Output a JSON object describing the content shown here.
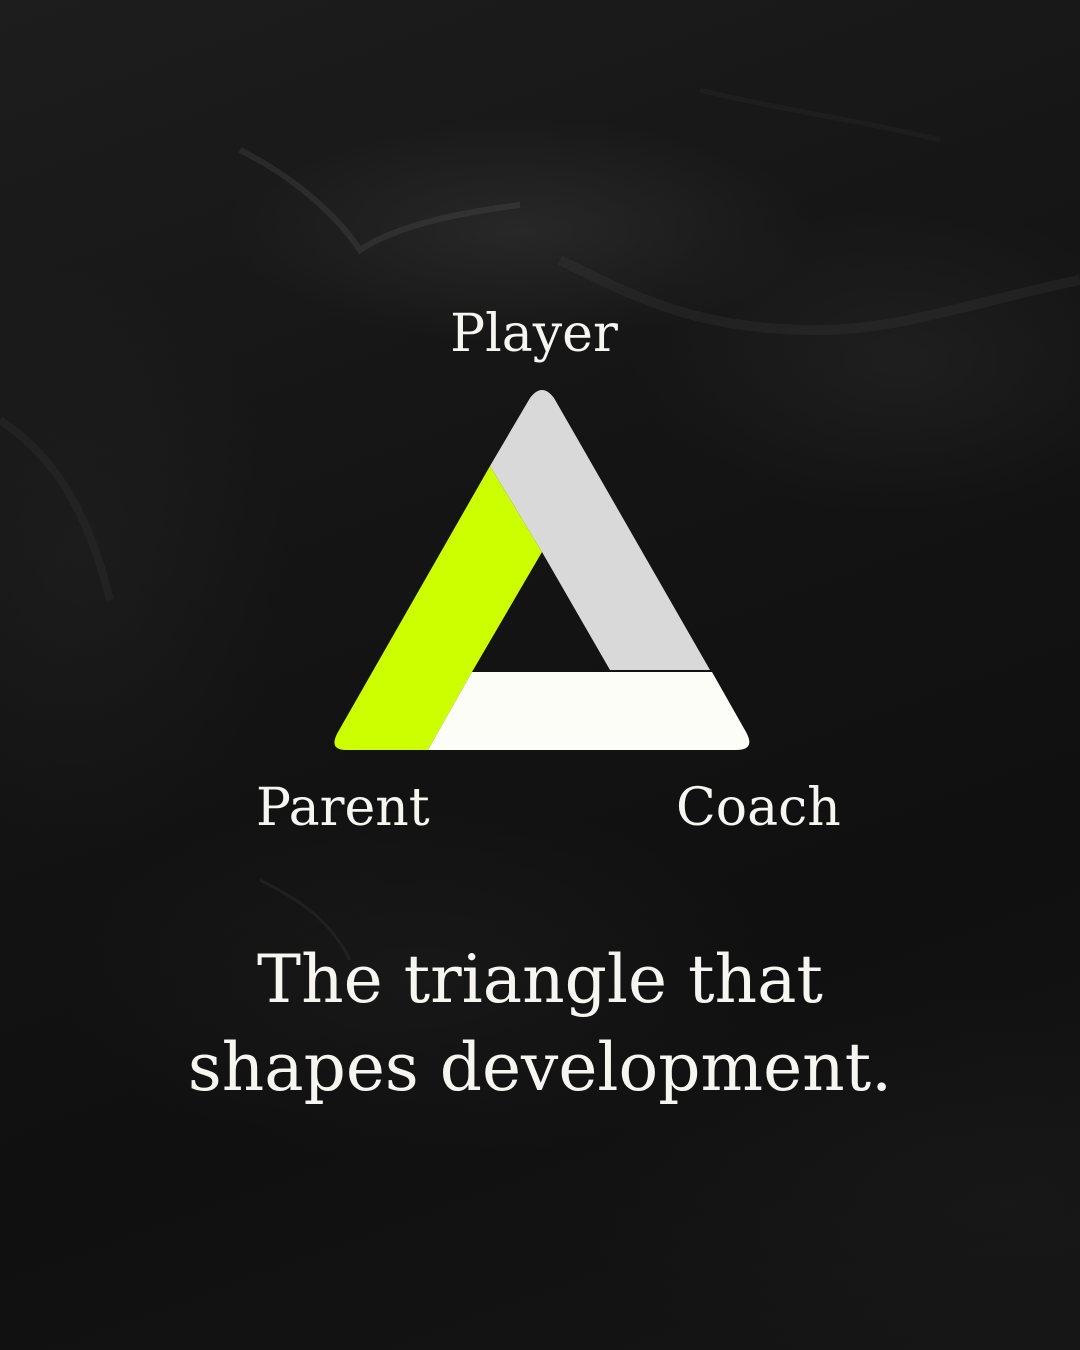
{
  "nodes": {
    "top": "Player",
    "bottom_left": "Parent",
    "bottom_right": "Coach"
  },
  "headline": {
    "line1": "The triangle that",
    "line2": "shapes development."
  },
  "colors": {
    "background": "#121212",
    "left_side": "#ccff00",
    "right_side": "#d9d9d9",
    "bottom_side": "#fdfdf8",
    "text": "#f6f5f0"
  }
}
